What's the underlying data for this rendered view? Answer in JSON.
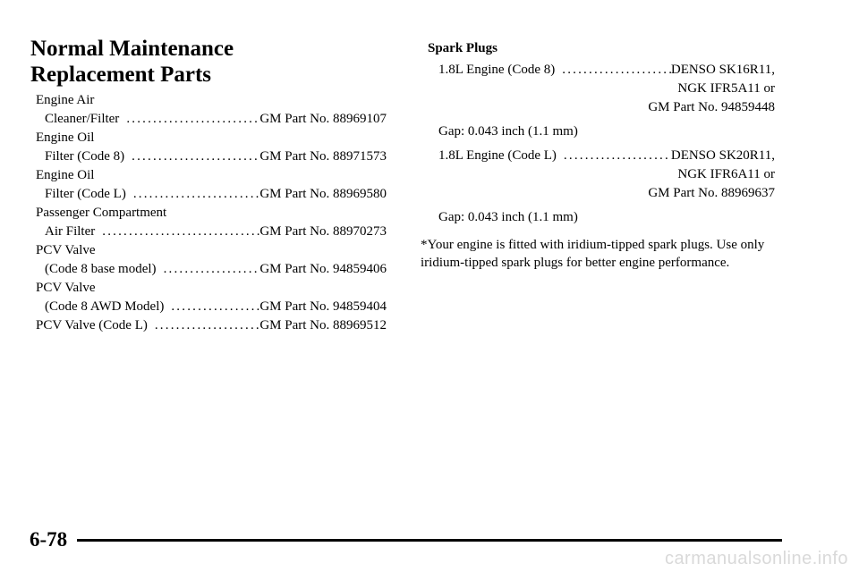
{
  "title": {
    "line1": "Normal Maintenance",
    "line2": "Replacement Parts"
  },
  "parts": [
    {
      "line1": "Engine Air",
      "line2": "Cleaner/Filter",
      "part": "GM Part No. 88969107"
    },
    {
      "line1": "Engine Oil",
      "line2": "Filter (Code 8)",
      "part": "GM Part No. 88971573"
    },
    {
      "line1": "Engine Oil",
      "line2": "Filter (Code L)",
      "part": "GM Part No. 88969580"
    },
    {
      "line1": "Passenger Compartment",
      "line2": "Air Filter",
      "part": "GM Part No. 88970273"
    },
    {
      "line1": "PCV Valve",
      "line2": "(Code 8 base model)",
      "part": "GM Part No. 94859406"
    },
    {
      "line1": "PCV Valve",
      "line2": "(Code 8 AWD Model)",
      "part": "GM Part No. 94859404"
    },
    {
      "line1": "",
      "line2": "PCV Valve (Code L)",
      "part": "GM Part No. 88969512"
    }
  ],
  "spark_plugs": {
    "heading": "Spark Plugs",
    "entries": [
      {
        "engine": "1.8L Engine (Code 8)",
        "line1": "DENSO SK16R11,",
        "line2": "NGK IFR5A11 or",
        "line3": "GM Part No. 94859448",
        "gap": "Gap: 0.043 inch (1.1 mm)"
      },
      {
        "engine": "1.8L Engine (Code L)",
        "line1": "DENSO SK20R11,",
        "line2": "NGK IFR6A11 or",
        "line3": "GM Part No. 88969637",
        "gap": "Gap: 0.043 inch (1.1 mm)"
      }
    ],
    "note": "*Your engine is fitted with iridium-tipped spark plugs. Use only iridium-tipped spark plugs for better engine performance."
  },
  "footer": {
    "page_number": "6-78"
  },
  "watermark": "carmanualsonline.info"
}
